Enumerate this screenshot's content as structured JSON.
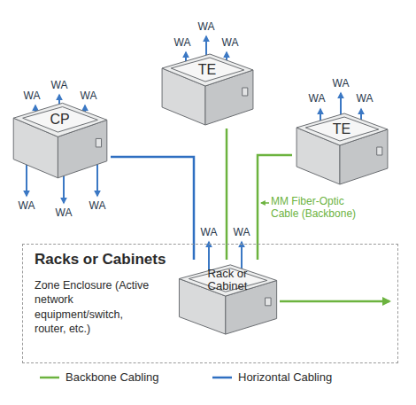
{
  "diagram": {
    "nodes": [
      {
        "text": [
          "TE"
        ]
      },
      {
        "text": [
          "CP"
        ]
      },
      {
        "text": [
          "TE"
        ]
      },
      {
        "text": [
          "Racks or Cabinets",
          "Zone Enclosure (Active network equipment/switch, router, etc.)"
        ]
      },
      {
        "text": [
          "Rack or Cabinet"
        ],
        "in": 3
      }
    ],
    "edges": [
      {
        "from": 0,
        "to": 4,
        "arrow": "none"
      },
      {
        "from": 1,
        "to": 4,
        "arrow": "none"
      },
      {
        "from": 2,
        "to": 4,
        "arrow": "none"
      }
    ],
    "labels": [
      "WA",
      "WA",
      "WA",
      "WA",
      "WA",
      "WA",
      "WA",
      "WA",
      "WA",
      "WA",
      "WA",
      "WA",
      "WA",
      "WA",
      "MM Fiber-Optic Cable (Backbone)"
    ],
    "legend": [
      {
        "text": "Backbone Cabling"
      },
      {
        "text": "Horizontal Cabling"
      }
    ]
  }
}
